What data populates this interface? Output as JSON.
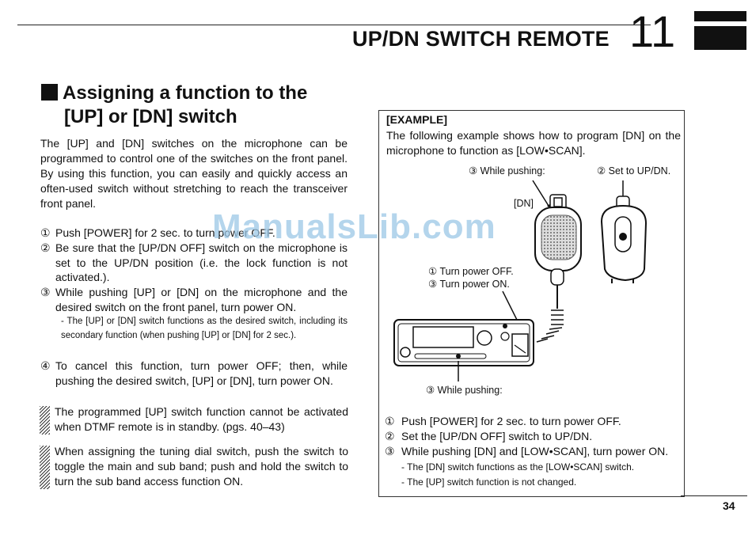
{
  "header": {
    "title": "UP/DN SWITCH REMOTE",
    "chapter": "11"
  },
  "section": {
    "heading_line1": "Assigning a function to the",
    "heading_line2": "[UP] or [DN] switch",
    "intro": "The [UP] and [DN] switches on the microphone can be programmed to control one of the switches on the front panel. By using this function, you can easily and quickly access an often-used switch without stretching to reach the transceiver front panel.",
    "steps": [
      {
        "num": "①",
        "text": "Push [POWER] for 2 sec. to turn power OFF."
      },
      {
        "num": "②",
        "text": "Be sure that the [UP/DN OFF] switch on the microphone is set to the UP/DN position (i.e. the lock function is not activated.)."
      },
      {
        "num": "③",
        "text": "While pushing [UP] or [DN] on the microphone and the desired switch on the front panel, turn power ON.",
        "sub": "- The [UP] or [DN] switch functions as the desired switch, including its secondary function (when pushing [UP] or [DN] for 2 sec.)."
      },
      {
        "num": "④",
        "text": "To cancel this function, turn power OFF; then, while pushing the desired switch, [UP] or [DN], turn power ON."
      }
    ],
    "notes": [
      "The programmed [UP] switch function cannot be activated when DTMF remote is in standby. (pgs. 40–43)",
      "When assigning the tuning dial switch, push the switch to toggle the main and sub band; push and hold the switch to turn the sub band access function ON."
    ]
  },
  "watermark": "ManualsLib.com",
  "example": {
    "label": "[EXAMPLE]",
    "text": "The following example shows how to program [DN] on the microphone to function as [LOW•SCAN].",
    "callouts": {
      "while_pushing_top": "③ While pushing:",
      "set_updn": "② Set to UP/DN.",
      "dn": "[DN]",
      "power_off": "① Turn power OFF.",
      "power_on": "③ Turn power ON.",
      "while_pushing_bottom": "③ While pushing:"
    },
    "steps": [
      {
        "num": "①",
        "text": "Push [POWER] for 2 sec. to turn power OFF."
      },
      {
        "num": "②",
        "text": "Set the [UP/DN OFF] switch to UP/DN."
      },
      {
        "num": "③",
        "text": "While pushing [DN] and [LOW•SCAN], turn power ON.",
        "subs": [
          "- The [DN] switch functions as the [LOW•SCAN] switch.",
          "- The [UP] switch function is not changed."
        ]
      }
    ]
  },
  "page_number": "34"
}
